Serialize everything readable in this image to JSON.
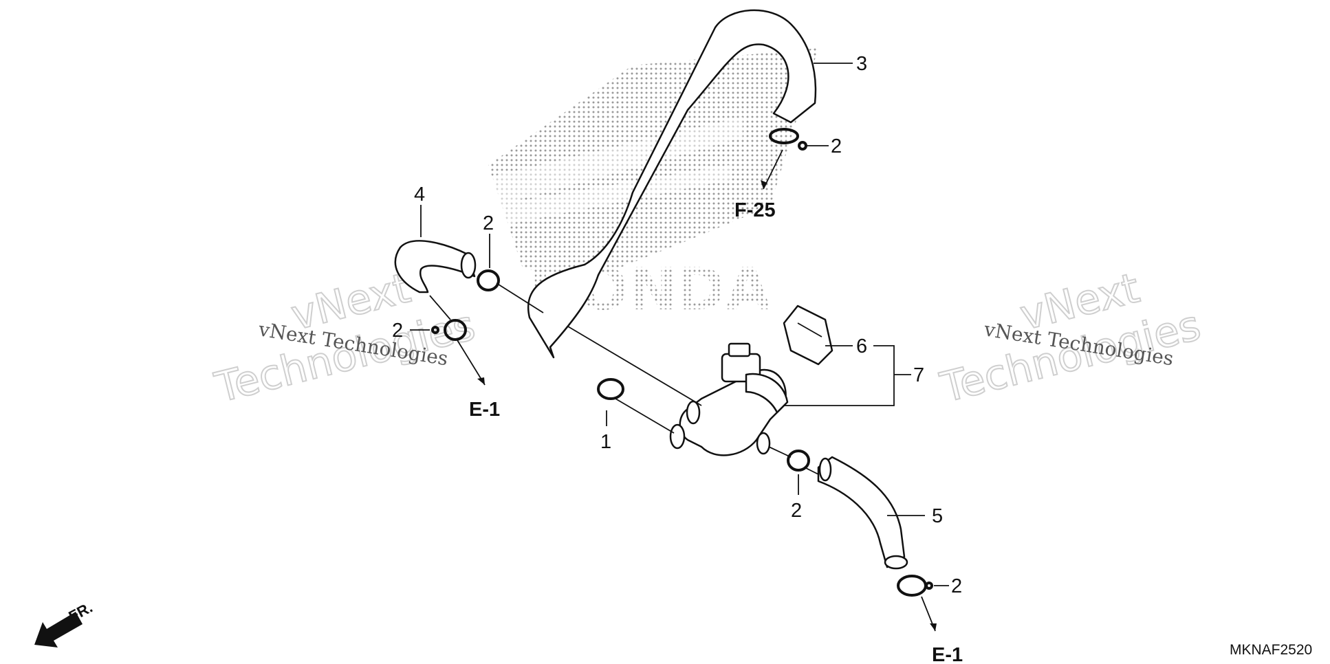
{
  "callouts": {
    "c1": "1",
    "c2a": "2",
    "c2b": "2",
    "c2c": "2",
    "c2d": "2",
    "c2e": "2",
    "c3": "3",
    "c4": "4",
    "c5": "5",
    "c6": "6",
    "c7": "7"
  },
  "references": {
    "f25": "F-25",
    "e1_left": "E-1",
    "e1_bottom": "E-1"
  },
  "front_indicator": "FR.",
  "diagram_code": "MKNAF2520",
  "watermark": {
    "brand_line": "vNext Technologies",
    "big_top": "vNext",
    "big_bottom": "Technologies"
  },
  "logo_text": "HONDA",
  "colors": {
    "line": "#111111",
    "dots": "#9a9a9a",
    "watermark_outline": "#cfcfcf",
    "background": "#ffffff"
  }
}
